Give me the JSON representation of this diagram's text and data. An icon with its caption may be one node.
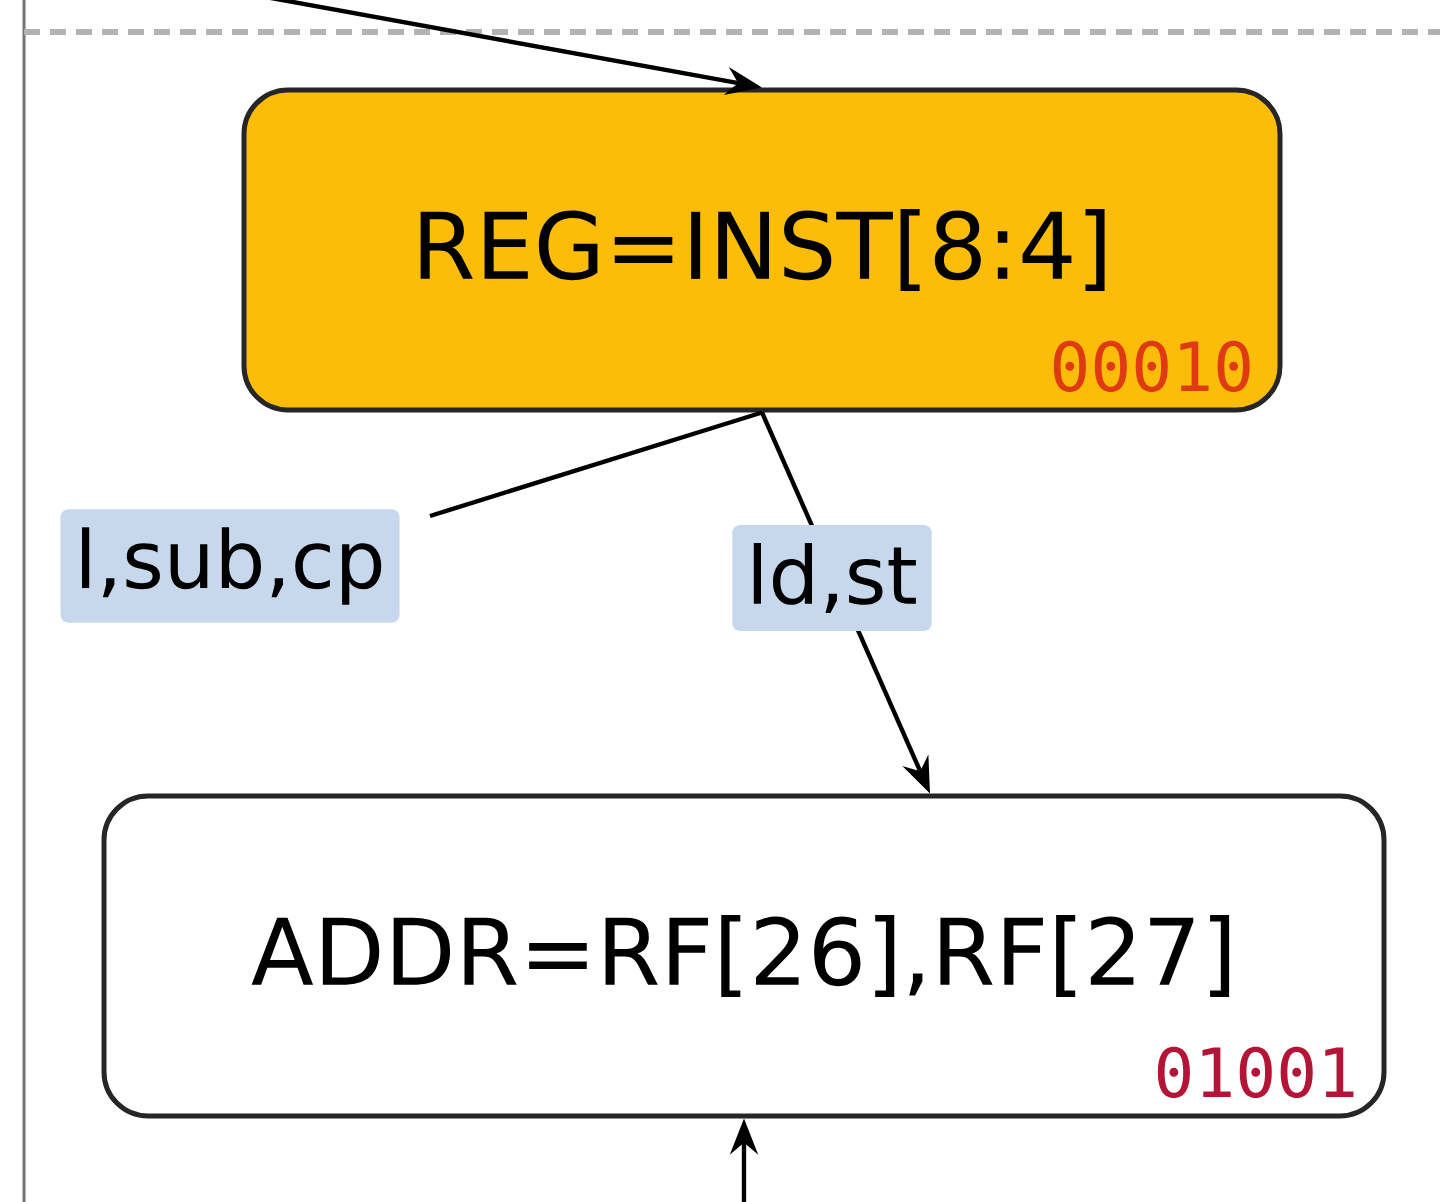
{
  "diagram": {
    "nodes": [
      {
        "text": [
          "REG=INST[8:4]",
          "00010"
        ]
      },
      {
        "text": [
          "ADDR=RF[26],RF[27]",
          "01001"
        ]
      }
    ],
    "edges": [
      {
        "from": null,
        "to": 0,
        "arrow": "to"
      },
      {
        "from": 0,
        "to": null,
        "arrow": "none",
        "label": "l,sub,cp"
      },
      {
        "from": 0,
        "to": 1,
        "arrow": "to",
        "label": "ld,st"
      },
      {
        "from": null,
        "to": 1,
        "arrow": "to"
      }
    ]
  }
}
